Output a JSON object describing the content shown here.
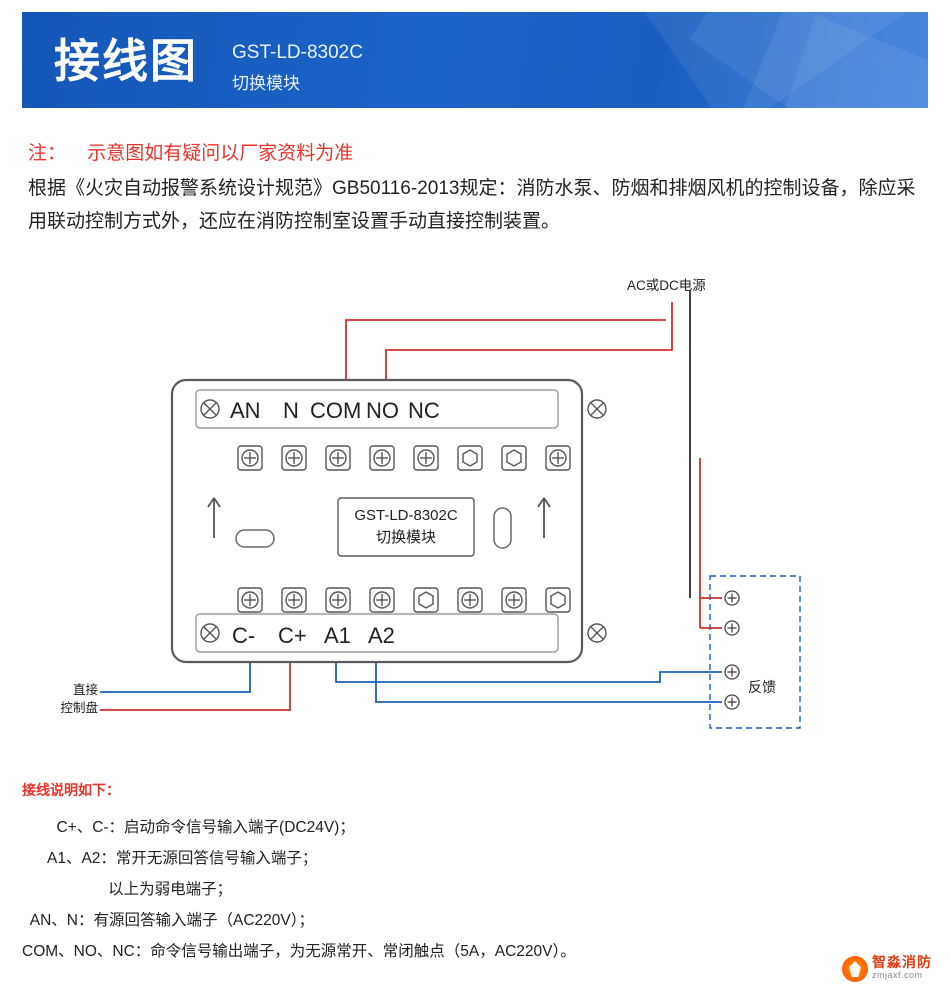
{
  "header": {
    "title": "接线图",
    "model": "GST-LD-8302C",
    "subtitle": "切换模块"
  },
  "notes": {
    "label": "注：",
    "text": "示意图如有疑问以厂家资料为准",
    "paragraph": "根据《火灾自动报警系统设计规范》GB50116-2013规定：消防水泵、防烟和排烟风机的控制设备，除应采用联动控制方式外，还应在消防控制室设置手动直接控制装置。"
  },
  "diagram": {
    "power_label": "AC或DC电源",
    "module_name": "GST-LD-8302C",
    "module_sub": "切换模块",
    "top_terminals": [
      "AN",
      "N",
      "COM",
      "NO",
      "NC"
    ],
    "bottom_terminals": [
      "C-",
      "C+",
      "A1",
      "A2"
    ],
    "left_label_line1": "直接",
    "left_label_line2": "控制盘",
    "feedback_label": "反馈",
    "colors": {
      "red_wire": "#d42f2f",
      "blue_wire": "#1a5fc0",
      "module_outline": "#5a5a5a",
      "dashed_box": "#1a5fc0"
    }
  },
  "instructions": {
    "title": "接线说明如下：",
    "items": [
      "        C+、C-：启动命令信号输入端子(DC24V)；",
      "      A1、A2：常开无源回答信号输入端子；",
      "                    以上为弱电端子；",
      "  AN、N：有源回答输入端子（AC220V）；",
      "COM、NO、NC：命令信号输出端子，为无源常开、常闭触点（5A，AC220V）。"
    ]
  },
  "watermark": {
    "name": "智淼消防",
    "domain": "zmjaxf.com"
  }
}
